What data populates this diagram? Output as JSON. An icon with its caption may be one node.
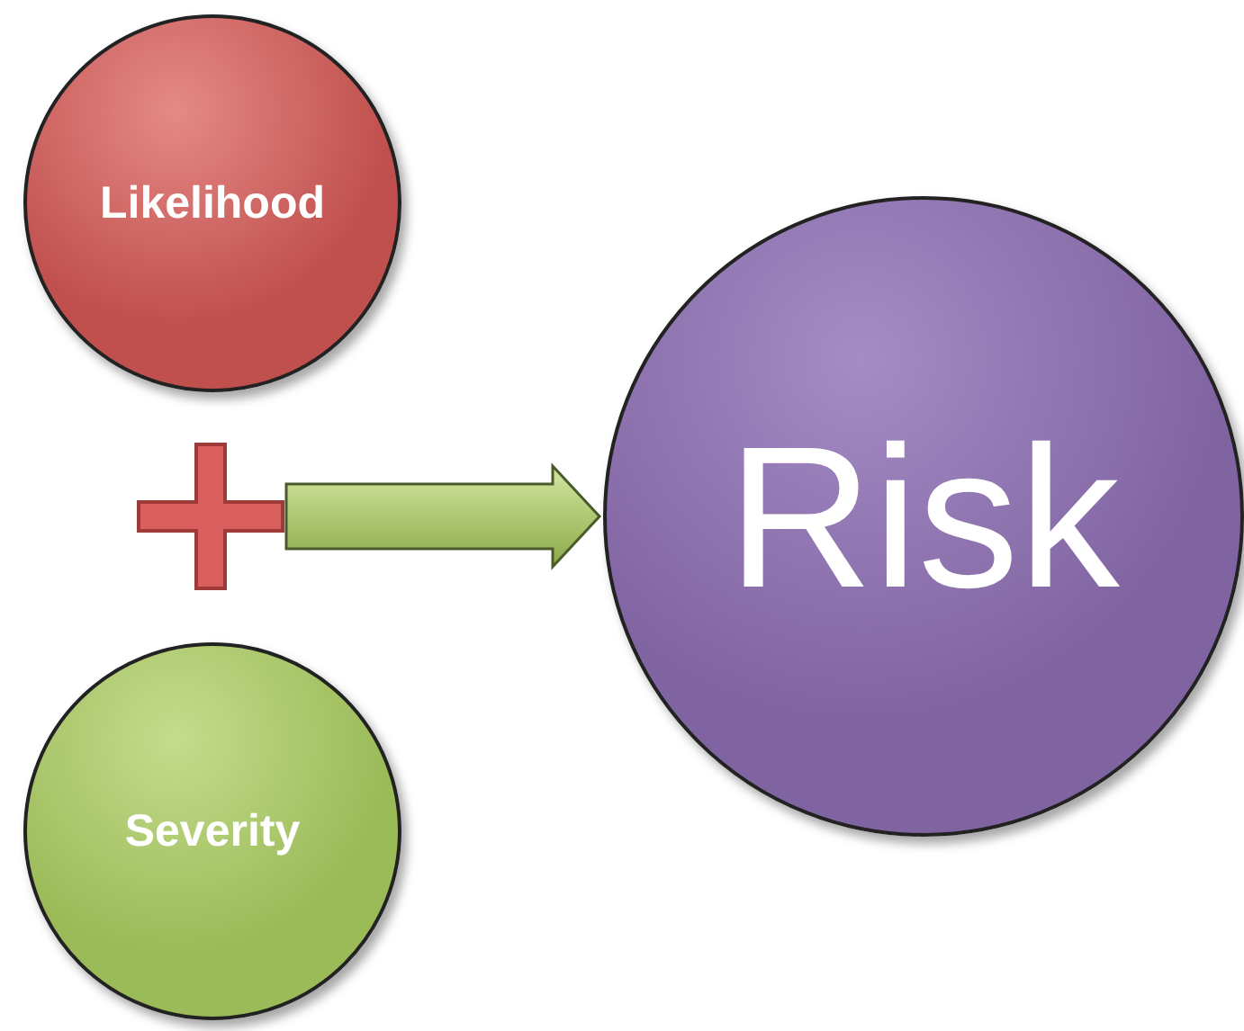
{
  "diagram": {
    "nodes": [
      {
        "text": [
          "Likelihood"
        ]
      },
      {
        "text": [],
        "shape": "plus"
      },
      {
        "text": [
          "Severity"
        ]
      },
      {
        "text": [
          "Risk"
        ]
      }
    ],
    "edges": [
      {
        "from": 1,
        "to": 3,
        "arrow": "to"
      }
    ]
  }
}
